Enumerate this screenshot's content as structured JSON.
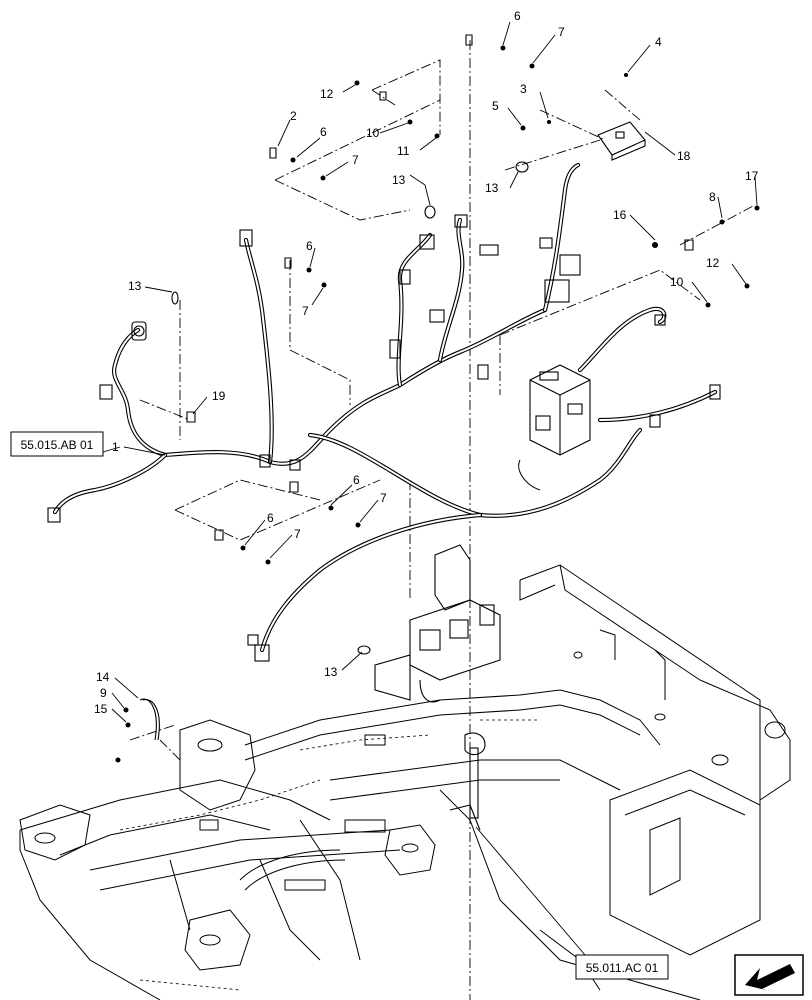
{
  "callouts": [
    {
      "id": "c6a",
      "text": "6"
    },
    {
      "id": "c7a",
      "text": "7"
    },
    {
      "id": "c4",
      "text": "4"
    },
    {
      "id": "c12a",
      "text": "12"
    },
    {
      "id": "c3",
      "text": "3"
    },
    {
      "id": "c5",
      "text": "5"
    },
    {
      "id": "c2",
      "text": "2"
    },
    {
      "id": "c10a",
      "text": "10"
    },
    {
      "id": "c6b",
      "text": "6"
    },
    {
      "id": "c11",
      "text": "11"
    },
    {
      "id": "c7b",
      "text": "7"
    },
    {
      "id": "c18",
      "text": "18"
    },
    {
      "id": "c13a",
      "text": "13"
    },
    {
      "id": "c13b",
      "text": "13"
    },
    {
      "id": "c17",
      "text": "17"
    },
    {
      "id": "c8",
      "text": "8"
    },
    {
      "id": "c16",
      "text": "16"
    },
    {
      "id": "c6c",
      "text": "6"
    },
    {
      "id": "c12b",
      "text": "12"
    },
    {
      "id": "c13c",
      "text": "13"
    },
    {
      "id": "c7c",
      "text": "7"
    },
    {
      "id": "c10b",
      "text": "10"
    },
    {
      "id": "c19",
      "text": "19"
    },
    {
      "id": "c1",
      "text": "1"
    },
    {
      "id": "c6d",
      "text": "6"
    },
    {
      "id": "c7d",
      "text": "7"
    },
    {
      "id": "c6e",
      "text": "6"
    },
    {
      "id": "c7e",
      "text": "7"
    },
    {
      "id": "c13d",
      "text": "13"
    },
    {
      "id": "c14",
      "text": "14"
    },
    {
      "id": "c9",
      "text": "9"
    },
    {
      "id": "c15",
      "text": "15"
    }
  ],
  "references": {
    "ref_left": "55.015.AB 01",
    "ref_bottom": "55.011.AC 01"
  },
  "icons": {
    "nav": "next-page-arrow-icon"
  }
}
